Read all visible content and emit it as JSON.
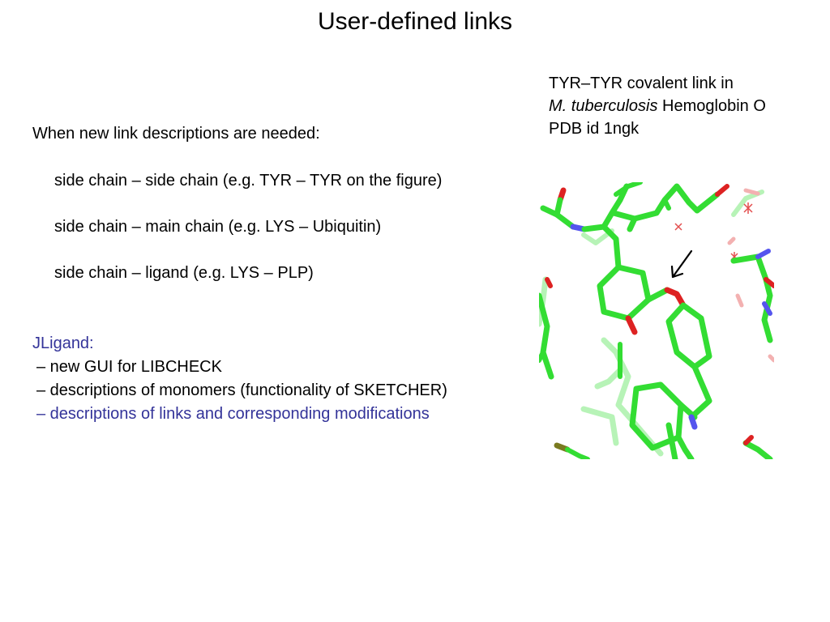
{
  "slide": {
    "title": "User-defined links"
  },
  "caption": {
    "line1": "TYR–TYR covalent link in",
    "line2_italic": "M. tuberculosis",
    "line2_rest": " Hemoglobin O",
    "line3": "PDB id 1ngk"
  },
  "intro": "When new link descriptions are needed:",
  "link_types": [
    "side chain – side chain (e.g. TYR – TYR on the figure)",
    "side chain – main chain (e.g. LYS – Ubiquitin)",
    "side chain – ligand (e.g. LYS – PLP)"
  ],
  "jligand": {
    "heading": "JLigand:",
    "items": [
      "– new GUI for LIBCHECK",
      "– descriptions of monomers (functionality of SKETCHER)",
      "– descriptions of links and corresponding modifications"
    ]
  },
  "colors": {
    "accent_text": "#333399",
    "carbon": "#33dd33",
    "nitrogen": "#5555ee",
    "oxygen": "#dd2222"
  }
}
